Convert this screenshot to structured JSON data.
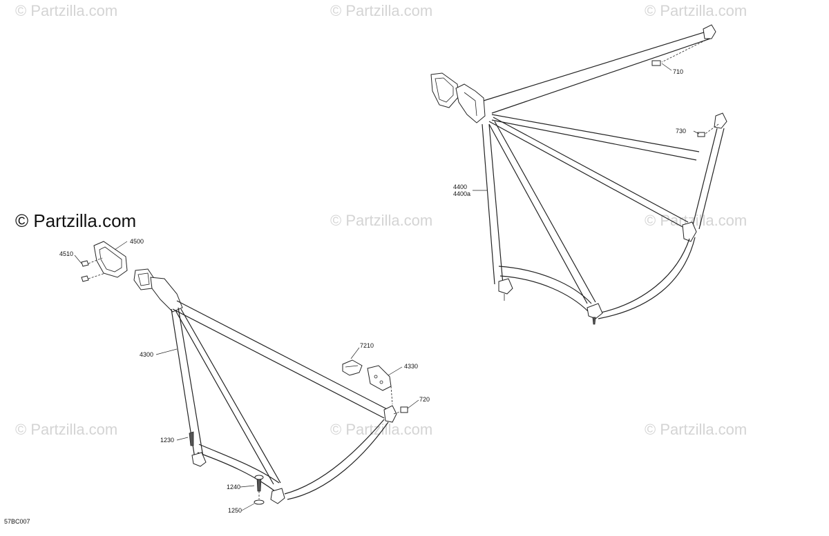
{
  "watermarks": {
    "text": "© Partzilla.com",
    "color": "#d4d4d4"
  },
  "brand": {
    "text": "© Partzilla.com",
    "color": "#111111"
  },
  "diagram_code": "57BC007",
  "parts": {
    "p710": "710",
    "p730": "730",
    "p4400": "4400",
    "p4400a": "4400a",
    "p4510": "4510",
    "p4500": "4500",
    "p4300": "4300",
    "p7210": "7210",
    "p4330": "4330",
    "p720": "720",
    "p1230": "1230",
    "p1240": "1240",
    "p1250": "1250"
  }
}
